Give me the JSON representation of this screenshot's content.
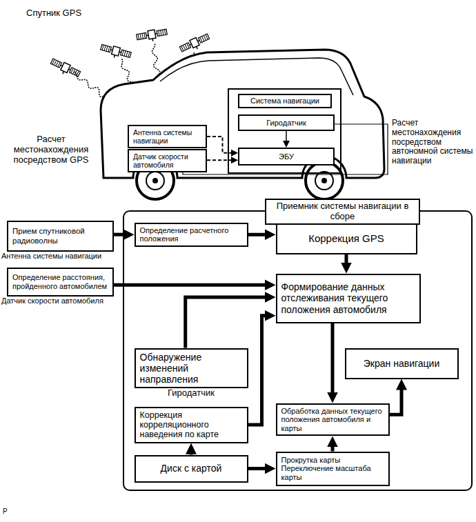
{
  "diagram": {
    "nodes": [
      {
        "text": [
          "Антенна системы навигации"
        ]
      },
      {
        "text": [
          "Датчик скорости автомобиля"
        ]
      },
      {
        "text": [
          "Система навигации"
        ]
      },
      {
        "text": [
          "Гиродатчик"
        ],
        "in": 2
      },
      {
        "text": [
          "ЭБУ"
        ],
        "in": 2
      },
      {
        "text": [
          "Прием спутниковой радиоволны",
          "Антенна системы навигации"
        ]
      },
      {
        "text": [
          "Определение расстояния, пройденного автомобилем",
          "Датчик скорости автомобиля"
        ]
      },
      {
        "text": [
          "Приемник системы навигации в сборе"
        ]
      },
      {
        "text": [
          "Определение расчетного положения"
        ],
        "in": 7
      },
      {
        "text": [
          "Коррекция GPS"
        ],
        "in": 7
      },
      {
        "text": [
          "Формирование данных отслеживания текущего положения автомобиля"
        ],
        "in": 7
      },
      {
        "text": [
          "Обнаружение изменений направления",
          "Гиродатчик"
        ],
        "in": 7
      },
      {
        "text": [
          "Коррекция корреляционного наведения по карте"
        ],
        "in": 7
      },
      {
        "text": [
          "Экран навигации"
        ],
        "in": 7
      },
      {
        "text": [
          "Обработка данных текущего положения автомобиля и карты"
        ],
        "in": 7
      },
      {
        "text": [
          "Диск с картой"
        ],
        "in": 7
      },
      {
        "text": [
          "Прокрутка карты",
          "Переключение масштаба карты"
        ],
        "in": 7
      }
    ],
    "edges": [
      {
        "from": 0,
        "to": 4,
        "arrow": "to"
      },
      {
        "from": 1,
        "to": 4,
        "arrow": "to"
      },
      {
        "from": 3,
        "to": 4,
        "arrow": "to"
      },
      {
        "from": 5,
        "to": 8,
        "arrow": "to"
      },
      {
        "from": 8,
        "to": 9,
        "arrow": "to"
      },
      {
        "from": 9,
        "to": 10,
        "arrow": "to"
      },
      {
        "from": 6,
        "to": 10,
        "arrow": "to"
      },
      {
        "from": 11,
        "to": 10,
        "arrow": "to"
      },
      {
        "from": 12,
        "to": 10,
        "arrow": "to"
      },
      {
        "from": 10,
        "to": 14,
        "arrow": "to"
      },
      {
        "from": 14,
        "to": 13,
        "arrow": "to"
      },
      {
        "from": 15,
        "to": 12,
        "arrow": "to"
      },
      {
        "from": 15,
        "to": 16,
        "arrow": "to"
      },
      {
        "from": 16,
        "to": 14,
        "arrow": "to"
      }
    ],
    "labels": [
      "Спутник GPS",
      "Расчет местонахождения посредством GPS",
      "Расчет местонахождения посредством автономной системы навигации",
      "P"
    ]
  }
}
